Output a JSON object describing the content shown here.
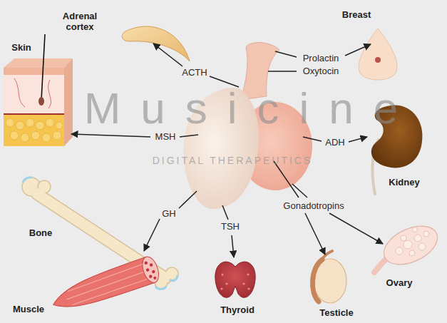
{
  "diagram": {
    "nodes": [
      {
        "text": [
          "Adrenal cortex"
        ]
      },
      {
        "text": [
          "Breast"
        ]
      },
      {
        "text": [
          "Skin"
        ]
      },
      {
        "text": [
          "Kidney"
        ]
      },
      {
        "text": [
          "Bone"
        ]
      },
      {
        "text": [
          "Ovary"
        ]
      },
      {
        "text": [
          "Muscle"
        ]
      },
      {
        "text": [
          "Thyroid"
        ]
      },
      {
        "text": [
          "Testicle"
        ]
      }
    ],
    "labels": [
      "Musicine",
      "DIGITAL THERAPEUTICS",
      "ACTH",
      "Prolactin",
      "Oxytocin",
      "MSH",
      "ADH",
      "GH",
      "TSH",
      "Gonadotropins"
    ]
  }
}
